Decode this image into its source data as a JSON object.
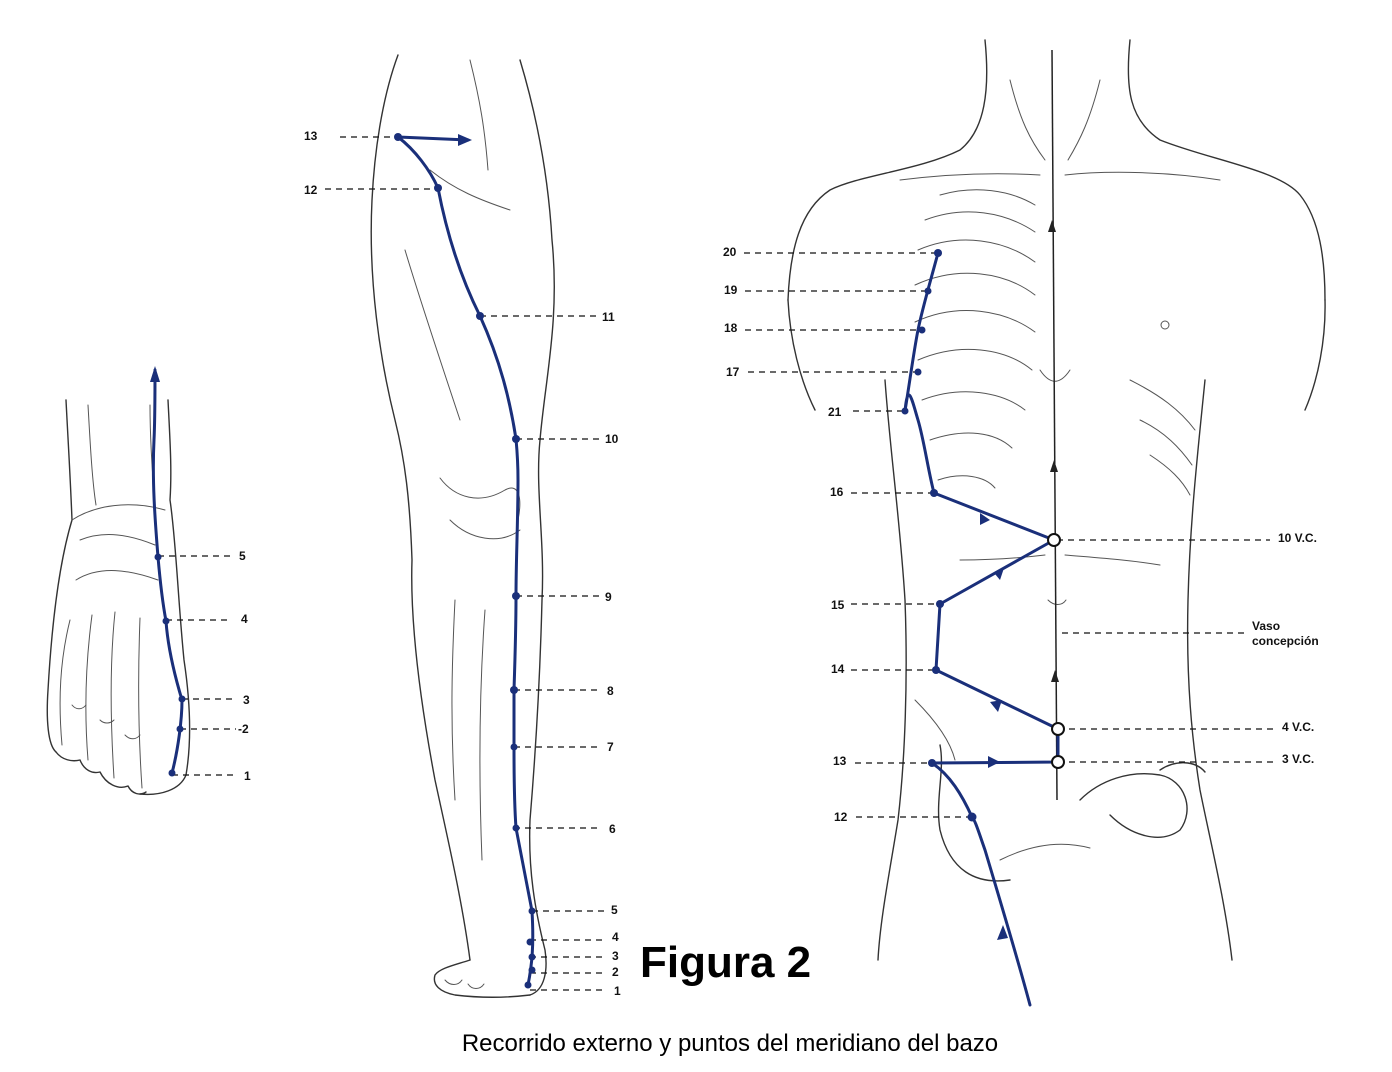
{
  "figure": {
    "title": "Figura 2",
    "caption": "Recorrido externo y puntos del meridiano del bazo"
  },
  "colors": {
    "meridian": "#1a2f7a",
    "lines": "#111111"
  },
  "foot_points": [
    "1",
    "-2",
    "3",
    "4",
    "5"
  ],
  "leg_points": [
    "1",
    "2",
    "3",
    "4",
    "5",
    "6",
    "7",
    "8",
    "9",
    "10",
    "11",
    "12",
    "13"
  ],
  "torso_points": [
    "12",
    "13",
    "14",
    "15",
    "16",
    "21",
    "17",
    "18",
    "19",
    "20"
  ],
  "torso_right_labels": {
    "vc10": "10 V.C.",
    "vc4": "4 V.C.",
    "vc3": "3 V.C.",
    "vaso_line1": "Vaso",
    "vaso_line2": "concepción"
  }
}
